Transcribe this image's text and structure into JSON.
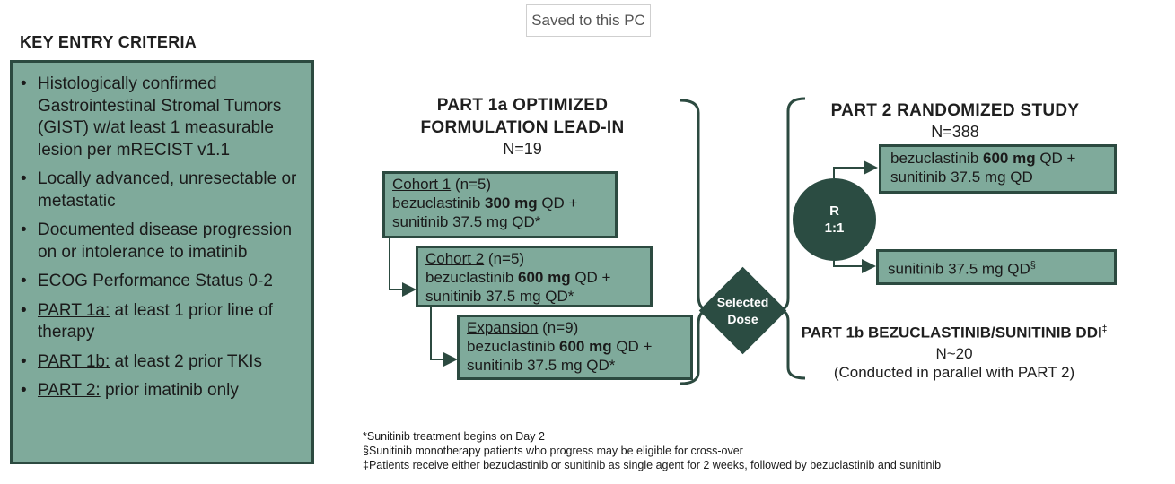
{
  "saved_badge": "Saved to this PC",
  "criteria": {
    "title": "KEY ENTRY CRITERIA",
    "items": [
      {
        "prefix": "",
        "text": "Histologically confirmed Gastrointestinal Stromal Tumors (GIST) w/at least 1 measurable lesion per mRECIST v1.1"
      },
      {
        "prefix": "",
        "text": "Locally advanced, unresectable or metastatic"
      },
      {
        "prefix": "",
        "text": "Documented disease progression on or intolerance to imatinib"
      },
      {
        "prefix": "",
        "text": "ECOG Performance Status 0-2"
      },
      {
        "prefix": "PART 1a:",
        "text": " at least 1 prior line of therapy"
      },
      {
        "prefix": "PART 1b:",
        "text": " at least 2 prior TKIs"
      },
      {
        "prefix": "PART 2:",
        "text": " prior imatinib only"
      }
    ]
  },
  "part1a": {
    "title_line1": "PART 1a OPTIMIZED",
    "title_line2": "FORMULATION LEAD-IN",
    "n": "N=19",
    "cohorts": [
      {
        "name": "Cohort 1",
        "count": " (n=5)",
        "drug": "bezuclastinib ",
        "dose": "300 mg",
        "rest": " QD +",
        "line3": "sunitinib 37.5 mg QD*"
      },
      {
        "name": "Cohort 2",
        "count": " (n=5)",
        "drug": "bezuclastinib ",
        "dose": "600 mg",
        "rest": " QD +",
        "line3": "sunitinib 37.5 mg QD*"
      },
      {
        "name": "Expansion",
        "count": " (n=9)",
        "drug": "bezuclastinib ",
        "dose": "600 mg",
        "rest": " QD +",
        "line3": "sunitinib 37.5 mg QD*"
      }
    ]
  },
  "selected_dose": {
    "line1": "Selected",
    "line2": "Dose"
  },
  "part2": {
    "title": "PART 2 RANDOMIZED STUDY",
    "n": "N=388",
    "randomization": {
      "line1": "R",
      "line2": "1:1"
    },
    "arm1": {
      "drug": "bezuclastinib ",
      "dose": "600 mg",
      "rest": " QD +",
      "line2": "sunitinib 37.5 mg QD"
    },
    "arm2": {
      "text": "sunitinib 37.5 mg QD",
      "mark": "§"
    }
  },
  "part1b": {
    "title": "PART 1b BEZUCLASTINIB/SUNITINIB DDI",
    "mark": "‡",
    "n": "N~20",
    "note": "(Conducted in parallel with PART 2)"
  },
  "footnotes": [
    "*Sunitinib treatment begins on Day 2",
    "§Sunitinib monotherapy patients who progress may be eligible for cross-over",
    "‡Patients receive either bezuclastinib or sunitinib as single agent for 2 weeks, followed by bezuclastinib and sunitinib"
  ],
  "colors": {
    "box_fill": "#7faa9b",
    "box_border": "#2c4a40",
    "dark": "#2b4c42"
  }
}
